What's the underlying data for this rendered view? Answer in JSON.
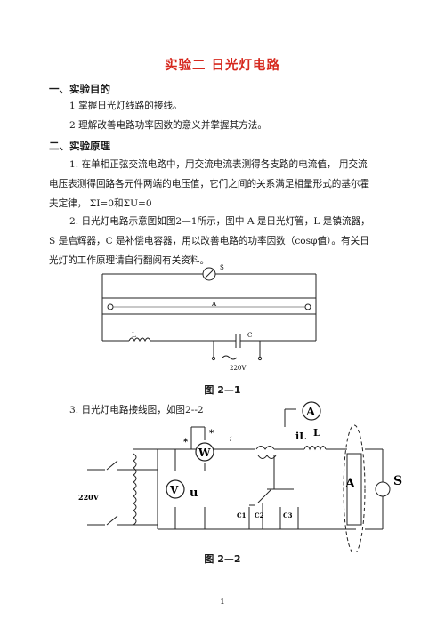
{
  "title": "实验二   日光灯电路",
  "section1": {
    "heading": "一、实验目的",
    "items": [
      "1 掌握日光灯线路的接线。",
      "2 理解改善电路功率因数的意义并掌握其方法。"
    ]
  },
  "section2": {
    "heading": "二、实验原理",
    "para1_line1": "1. 在单相正弦交流电路中，用交流电流表测得各支路的电流值， 用交流",
    "para1_line2": "电压表测得回路各元件两端的电压值，它们之间的关系满足相量形式的基尔霍",
    "para1_line3": "夫定律，  ΣI=0和ΣU=0",
    "para2_line1": "2. 日光灯电路示意图如图2—1所示，图中 A 是日光灯管，L 是镇流器，",
    "para2_line2": "S 是启辉器，C 是补偿电容器，用以改善电路的功率因数（cosφ值）。有关日",
    "para2_line3": "光灯的工作原理请自行翻阅有关资料。",
    "para3": "3. 日光灯电路接线图，如图2--2"
  },
  "figure1": {
    "caption": "图 2—1",
    "label_s": "S",
    "label_a": "A",
    "label_l": "L",
    "label_c": "C",
    "label_v": "220V"
  },
  "figure2": {
    "caption": "图 2—2",
    "label_ammeter": "A",
    "label_wattmeter": "W",
    "label_voltmeter": "V",
    "label_u": "u",
    "label_i": "i",
    "label_il": "iL",
    "label_l": "L",
    "label_a": "A",
    "label_s": "S",
    "label_220v": "220V",
    "label_c1": "C1",
    "label_c2": "C2",
    "label_c3": "C3",
    "star": "*"
  },
  "page_number": "1"
}
